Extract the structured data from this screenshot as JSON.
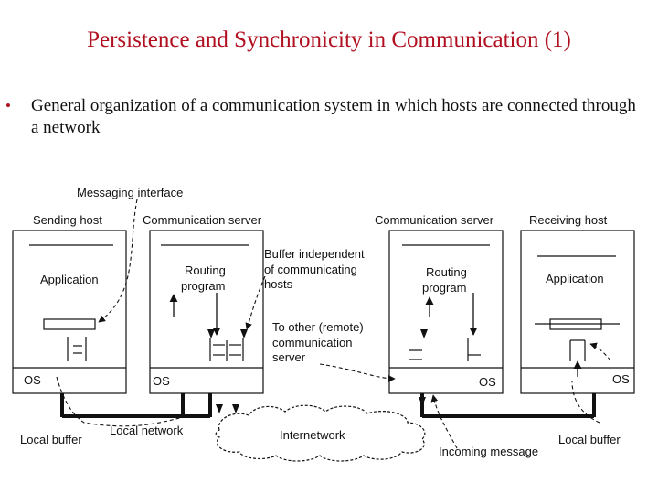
{
  "slide": {
    "title": "Persistence and Synchronicity in Communication (1)",
    "bullet": "General organization of a communication system in which hosts are connected through a network"
  },
  "diagram": {
    "labels": {
      "messaging_interface": "Messaging interface",
      "sending_host": "Sending host",
      "comm_server_left": "Communication server",
      "comm_server_right": "Communication server",
      "receiving_host": "Receiving host",
      "application_left": "Application",
      "application_right": "Application",
      "routing_left": [
        "Routing",
        "program"
      ],
      "routing_right": [
        "Routing",
        "program"
      ],
      "buffer_independent": [
        "Buffer independent",
        "of communicating",
        "hosts"
      ],
      "to_other": [
        "To other (remote)",
        "communication",
        "server"
      ],
      "os_1": "OS",
      "os_2": "OS",
      "os_3": "OS",
      "os_4": "OS",
      "local_buffer_left": "Local buffer",
      "local_network": "Local network",
      "internetwork": "Internetwork",
      "incoming_message": "Incoming message",
      "local_buffer_right": "Local buffer"
    }
  }
}
